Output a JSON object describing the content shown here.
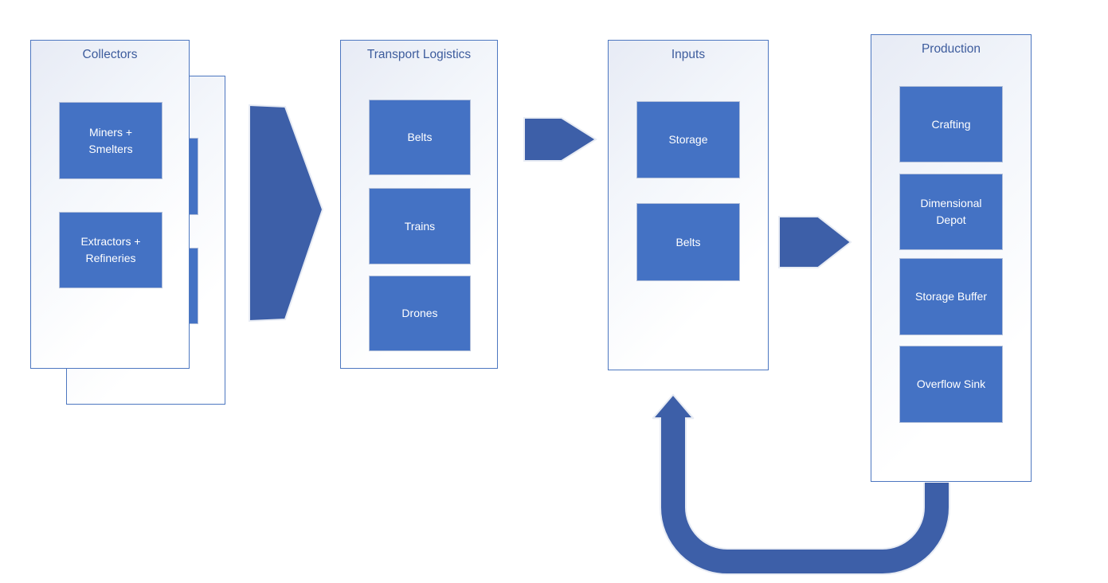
{
  "diagram": {
    "groups": [
      {
        "title": "Collectors",
        "items": [
          "Miners + Smelters",
          "Extractors + Refineries"
        ],
        "has_stacked_duplicate_behind": true
      },
      {
        "title": "Transport Logistics",
        "items": [
          "Belts",
          "Trains",
          "Drones"
        ]
      },
      {
        "title": "Inputs",
        "items": [
          "Storage",
          "Belts"
        ]
      },
      {
        "title": "Production",
        "items": [
          "Crafting",
          "Dimensional Depot",
          "Storage Buffer",
          "Overflow Sink"
        ]
      }
    ],
    "connectors": [
      {
        "name": "collectors-to-transport",
        "type": "chevron-right"
      },
      {
        "name": "transport-to-inputs",
        "type": "arrow-right"
      },
      {
        "name": "inputs-to-production",
        "type": "arrow-right"
      },
      {
        "name": "production-to-inputs-return",
        "type": "u-turn-arrow-up"
      }
    ],
    "colors": {
      "node_fill": "#4472C4",
      "node_border": "#B3C0DA",
      "node_text": "#FFFFFF",
      "arrow_fill": "#3D5FA8",
      "arrow_outline": "#E8ECF4",
      "panel_border": "#4D77C0",
      "panel_gradient_top": "#E7EBF5",
      "title_text": "#3D5C9D",
      "background": "#FFFFFF"
    }
  }
}
